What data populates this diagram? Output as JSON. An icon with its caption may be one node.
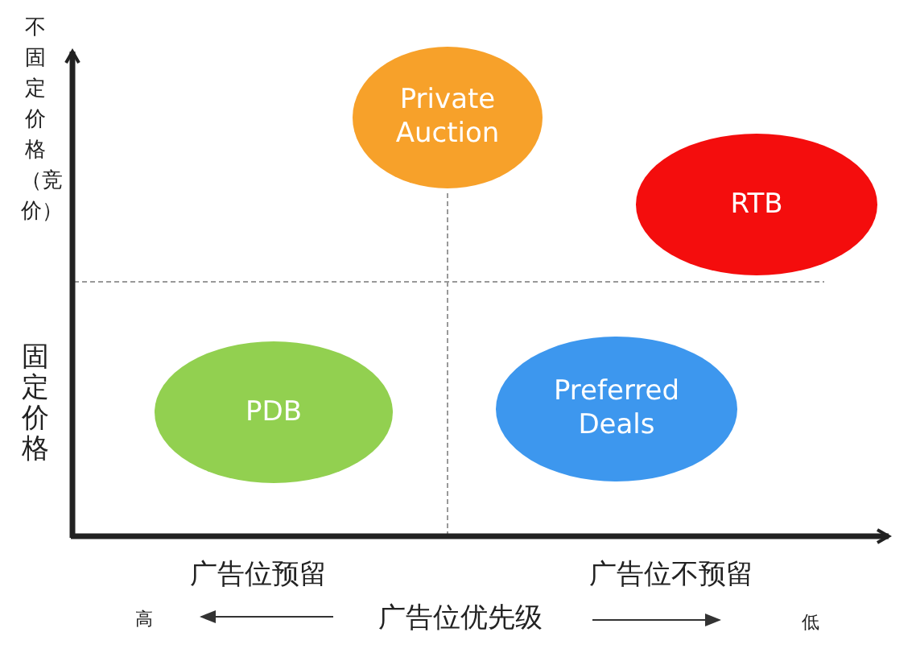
{
  "diagram": {
    "nodes": [
      {
        "text": [
          "Private Auction"
        ]
      },
      {
        "text": [
          "RTB"
        ]
      },
      {
        "text": [
          "PDB"
        ]
      },
      {
        "text": [
          "Preferred Deals"
        ]
      }
    ],
    "edges": [],
    "labels": [
      "不固定价格（竞价）",
      "固定价格",
      "广告位预留",
      "广告位不预留",
      "高",
      "广告位优先级",
      "低"
    ]
  }
}
